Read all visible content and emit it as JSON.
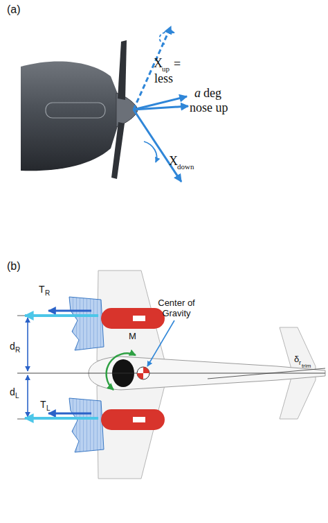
{
  "diagram": {
    "labels": [
      "(a)",
      "X",
      "up",
      "=",
      "less",
      "a",
      "deg",
      "nose up",
      "X",
      "down",
      "(b)",
      "T",
      "R",
      "d",
      "R",
      "d",
      "L",
      "T",
      "L",
      "Center of Gravity",
      "M",
      "δ",
      "r",
      "trim"
    ]
  }
}
